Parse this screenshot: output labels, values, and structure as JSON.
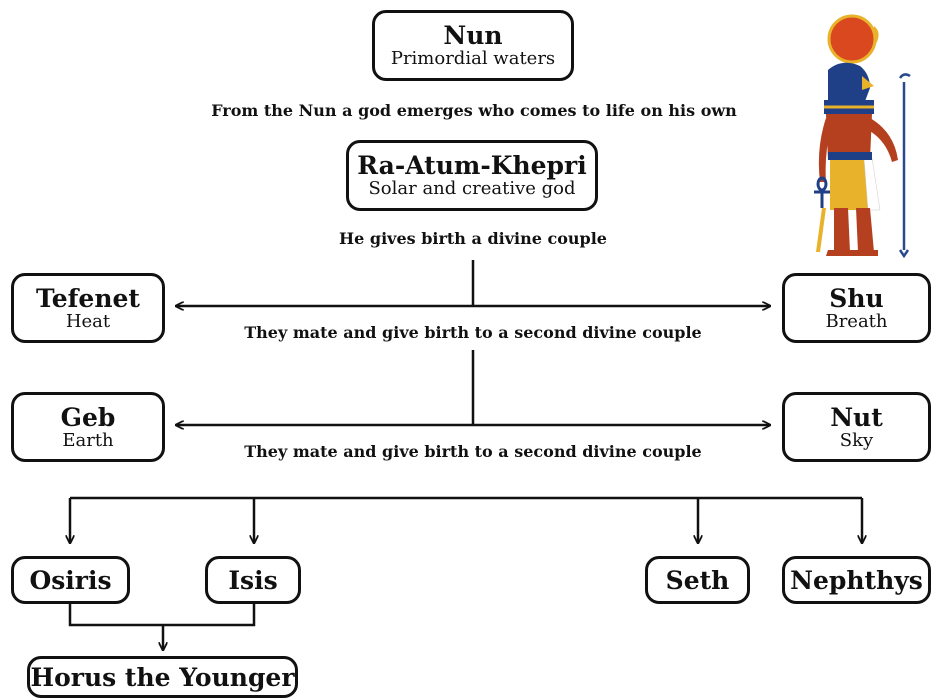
{
  "nodes": {
    "nun": {
      "name": "Nun",
      "sub": "Primordial waters"
    },
    "ra": {
      "name": "Ra-Atum-Khepri",
      "sub": "Solar and creative god"
    },
    "tefenet": {
      "name": "Tefenet",
      "sub": "Heat"
    },
    "shu": {
      "name": "Shu",
      "sub": "Breath"
    },
    "geb": {
      "name": "Geb",
      "sub": "Earth"
    },
    "nut": {
      "name": "Nut",
      "sub": "Sky"
    },
    "osiris": {
      "name": "Osiris"
    },
    "isis": {
      "name": "Isis"
    },
    "seth": {
      "name": "Seth"
    },
    "nephthys": {
      "name": "Nephthys"
    },
    "horus": {
      "name": "Horus the Younger"
    }
  },
  "captions": {
    "emerge": "From the Nun a god emerges who comes to life on his own",
    "couple": "He gives birth a divine couple",
    "mate1": "They mate and give birth to a second divine couple",
    "mate2": "They mate and give birth to a second divine couple"
  },
  "colors": {
    "line": "#111111",
    "sun_disk": "#d9481f",
    "skin": "#b5401f",
    "gold": "#e9b22b",
    "headdress_blue": "#1f3f86",
    "staff_blue": "#2a4a8f"
  },
  "figure": {
    "depicts": "Ra, falcon-headed sun god with solar disk, holding ankh and was-staff"
  }
}
